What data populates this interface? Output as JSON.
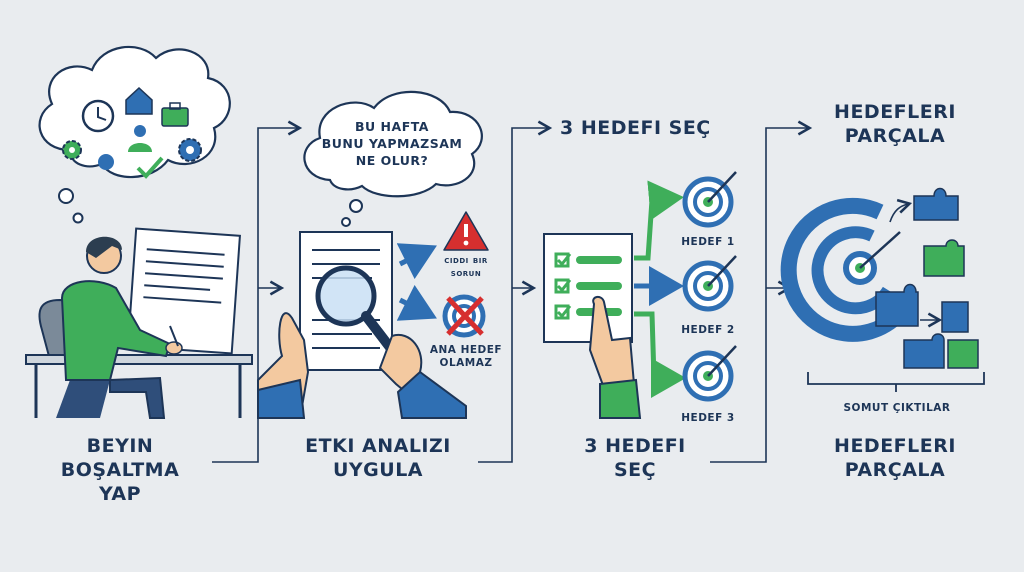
{
  "steps": [
    {
      "title": "BEYIN\nBOŞALTMA\nYAP"
    },
    {
      "title": "ETKI ANALIZI\nUYGULA",
      "thought": "BU HAFTA\nBUNU YAPMAZSAM\nNE OLUR?",
      "outcomes": [
        "ciddi bir\nsorun",
        "ANA HEDEF\nOLAMAZ"
      ]
    },
    {
      "title": "3 HEDEFI\nSEÇ",
      "heading": "3 HEDEFI SEÇ",
      "targets": [
        "HEDEF 1",
        "HEDEF 2",
        "HEDEF 3"
      ]
    },
    {
      "title": "HEDEFLERI\nPARÇALA",
      "heading": "HEDEFLERI\nPARÇALA",
      "caption": "SOMUT ÇIKTILAR"
    }
  ],
  "colors": {
    "navy": "#1d3557",
    "blue": "#2f6fb3",
    "green": "#3fae5a",
    "red": "#d62f2f",
    "paper": "#ffffff"
  }
}
